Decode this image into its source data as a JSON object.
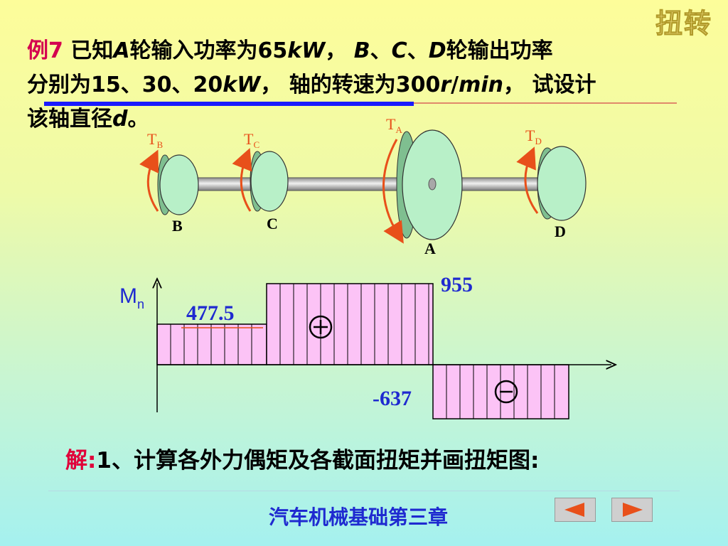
{
  "header": {
    "corner_title": "扭转"
  },
  "problem": {
    "label": "例7",
    "l1_a": " 已知",
    "l1_A": "A",
    "l1_b": "轮输入功率为65",
    "l1_kW": "kW",
    "l1_c": "， ",
    "l1_B": "B",
    "l1_d": "、",
    "l1_C": "C",
    "l1_e": "、",
    "l1_D": "D",
    "l1_f": "轮输出功率",
    "l2_a": "分别为15、30、20",
    "l2_kW": "kW",
    "l2_b": "， 轴的转速为300",
    "l2_r": "r",
    "l2_slash": "/",
    "l2_min": "min",
    "l2_c": "， 试设计",
    "l3_a": "该轴直径",
    "l3_d": "d",
    "l3_b": "。"
  },
  "shaft": {
    "torque_labels": {
      "TA": "T",
      "TA_sub": "A",
      "TB": "T",
      "TB_sub": "B",
      "TC": "T",
      "TC_sub": "C",
      "TD": "T",
      "TD_sub": "D"
    },
    "wheel_labels": {
      "A": "A",
      "B": "B",
      "C": "C",
      "D": "D"
    },
    "colors": {
      "wheel": "#b8f0c8",
      "shaft": "#b8b8b8",
      "arrow": "#e8501a"
    }
  },
  "torque_diagram": {
    "axis_label": "M",
    "axis_label_sub": "n",
    "segment_values": [
      477.5,
      955,
      -637
    ],
    "value_labels": [
      "477.5",
      "955",
      "-637"
    ],
    "fill_color": "#fcc3f6"
  },
  "solution": {
    "label": "解:",
    "text": "1、计算各外力偶矩及各截面扭矩并画扭矩图:"
  },
  "footer": {
    "title": "汽车机械基础第三章",
    "prev_icon": "left-triangle-icon",
    "next_icon": "right-triangle-icon"
  }
}
